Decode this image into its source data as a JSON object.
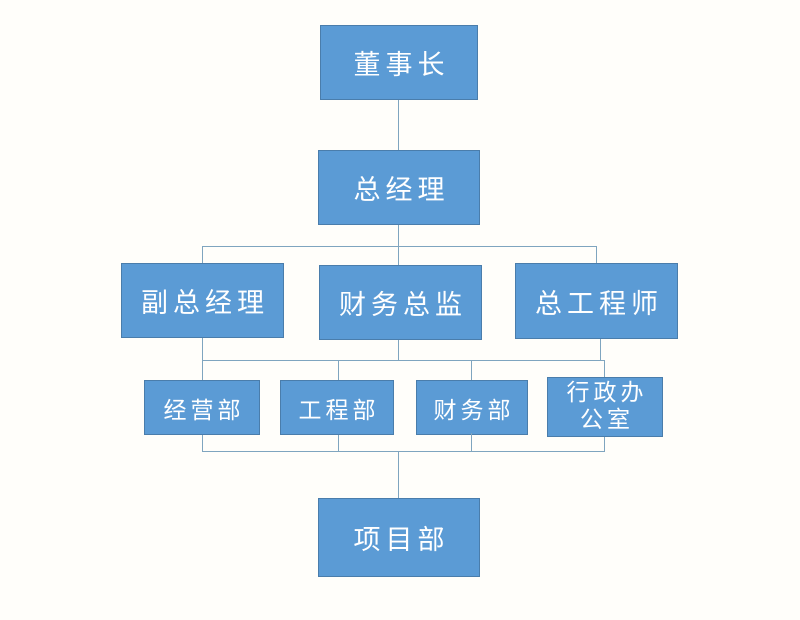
{
  "page": {
    "type": "organization-chart",
    "background": "#fffefa"
  },
  "style": {
    "node_fill": "#5b9bd5",
    "node_border": "#4a7dab",
    "node_text_color": "#ffffff",
    "connector_color": "#7fa5bf"
  },
  "org_chart": {
    "nodes": {
      "chairman": {
        "label": "董事长",
        "level": 1
      },
      "general_manager": {
        "label": "总经理",
        "level": 2
      },
      "deputy_general_manager": {
        "label": "副总经理",
        "level": 3
      },
      "finance_director": {
        "label": "财务总监",
        "level": 3
      },
      "chief_engineer": {
        "label": "总工程师",
        "level": 3
      },
      "operations_dept": {
        "label": "经营部",
        "level": 4
      },
      "engineering_dept": {
        "label": "工程部",
        "level": 4
      },
      "finance_dept": {
        "label": "财务部",
        "level": 4
      },
      "admin_office": {
        "label": "行政办公室",
        "lines": [
          "行政办",
          "公室"
        ],
        "level": 4
      },
      "project_dept": {
        "label": "项目部",
        "level": 5
      }
    },
    "connections": [
      {
        "from": [
          "chairman"
        ],
        "to": [
          "general_manager"
        ],
        "style": "direct"
      },
      {
        "from": [
          "general_manager"
        ],
        "to": [
          "deputy_general_manager",
          "finance_director",
          "chief_engineer"
        ],
        "style": "bus"
      },
      {
        "from": [
          "deputy_general_manager",
          "finance_director",
          "chief_engineer"
        ],
        "to": [
          "operations_dept",
          "engineering_dept",
          "finance_dept",
          "admin_office"
        ],
        "style": "shared-bus"
      },
      {
        "from": [
          "operations_dept",
          "engineering_dept",
          "finance_dept",
          "admin_office"
        ],
        "to": [
          "project_dept"
        ],
        "style": "shared-bus"
      }
    ]
  }
}
